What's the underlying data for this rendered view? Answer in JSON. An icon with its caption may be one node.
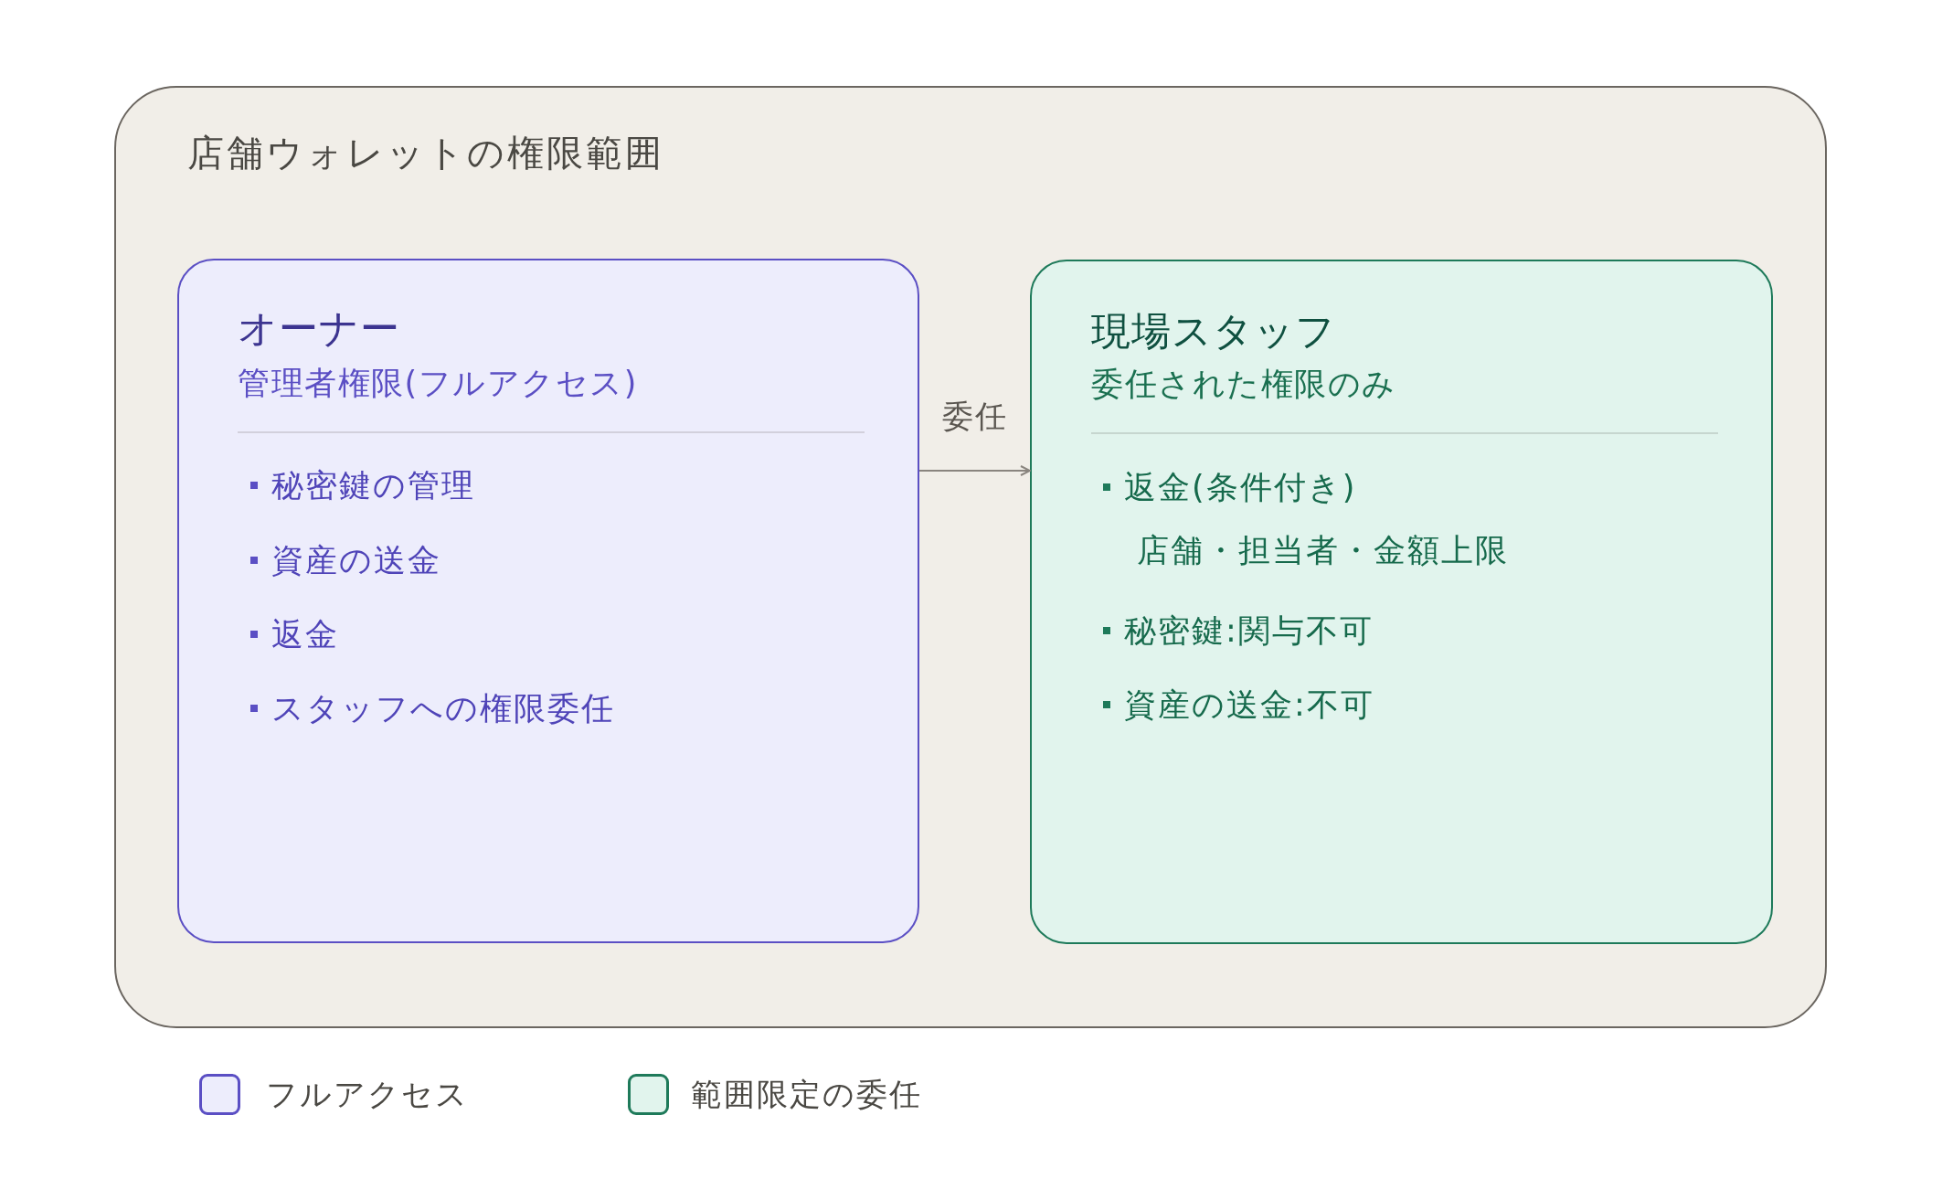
{
  "diagram": {
    "nodes": [
      {
        "text": [
          "店舗ウォレットの権限範囲"
        ]
      },
      {
        "text": [
          "オーナー",
          "管理者権限(フルアクセス)",
          "秘密鍵の管理",
          "資産の送金",
          "返金",
          "スタッフへの権限委任"
        ],
        "in": 0
      },
      {
        "text": [
          "現場スタッフ",
          "委任された権限のみ",
          "返金(条件付き)",
          "店舗・担当者・金額上限",
          "秘密鍵:関与不可",
          "資産の送金:不可"
        ],
        "in": 0
      }
    ],
    "edges": [
      {
        "from": 1,
        "to": 2,
        "arrow": "to",
        "label": "委任"
      }
    ],
    "legend": [
      {
        "text": "フルアクセス",
        "color": "#ededfc"
      },
      {
        "text": "範囲限定の委任",
        "color": "#e1f4ed"
      }
    ]
  }
}
